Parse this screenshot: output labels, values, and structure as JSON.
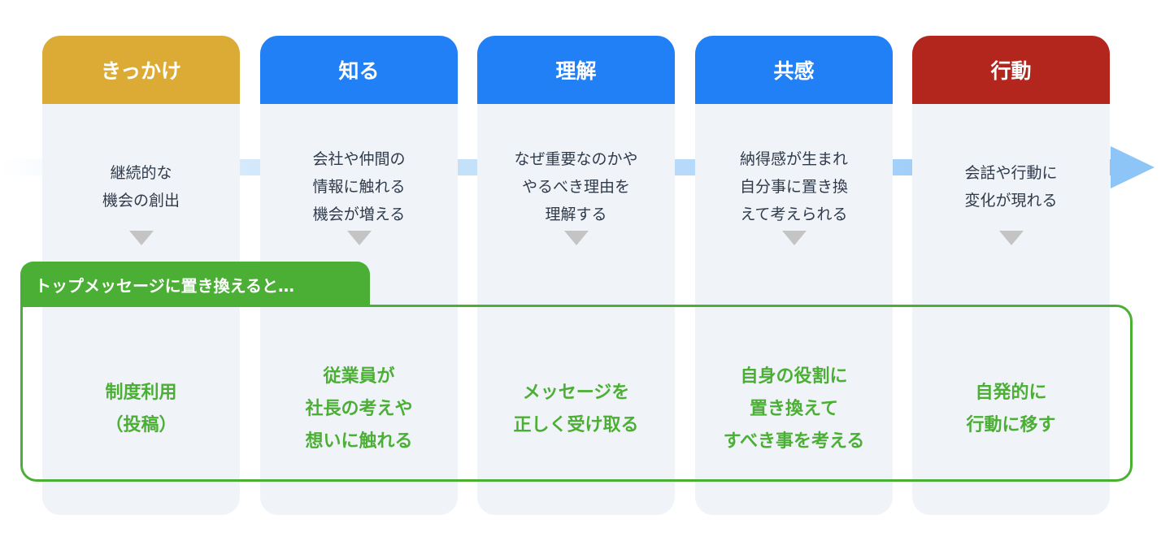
{
  "colors": {
    "kikkake": "#dcab36",
    "blue": "#2180f5",
    "action": "#b3261e",
    "green": "#4caf35",
    "flow": "#8ec5f7"
  },
  "steps": [
    {
      "title": "きっかけ",
      "desc": "継続的な\n機会の創出",
      "message": "制度利用\n（投稿）"
    },
    {
      "title": "知る",
      "desc": "会社や仲間の\n情報に触れる\n機会が増える",
      "message": "従業員が\n社長の考えや\n想いに触れる"
    },
    {
      "title": "理解",
      "desc": "なぜ重要なのかや\nやるべき理由を\n理解する",
      "message": "メッセージを\n正しく受け取る"
    },
    {
      "title": "共感",
      "desc": "納得感が生まれ\n自分事に置き換\nえて考えられる",
      "message": "自身の役割に\n置き換えて\nすべき事を考える"
    },
    {
      "title": "行動",
      "desc": "会話や行動に\n変化が現れる",
      "message": "自発的に\n行動に移す"
    }
  ],
  "tag_label": "トップメッセージに置き換えると…"
}
